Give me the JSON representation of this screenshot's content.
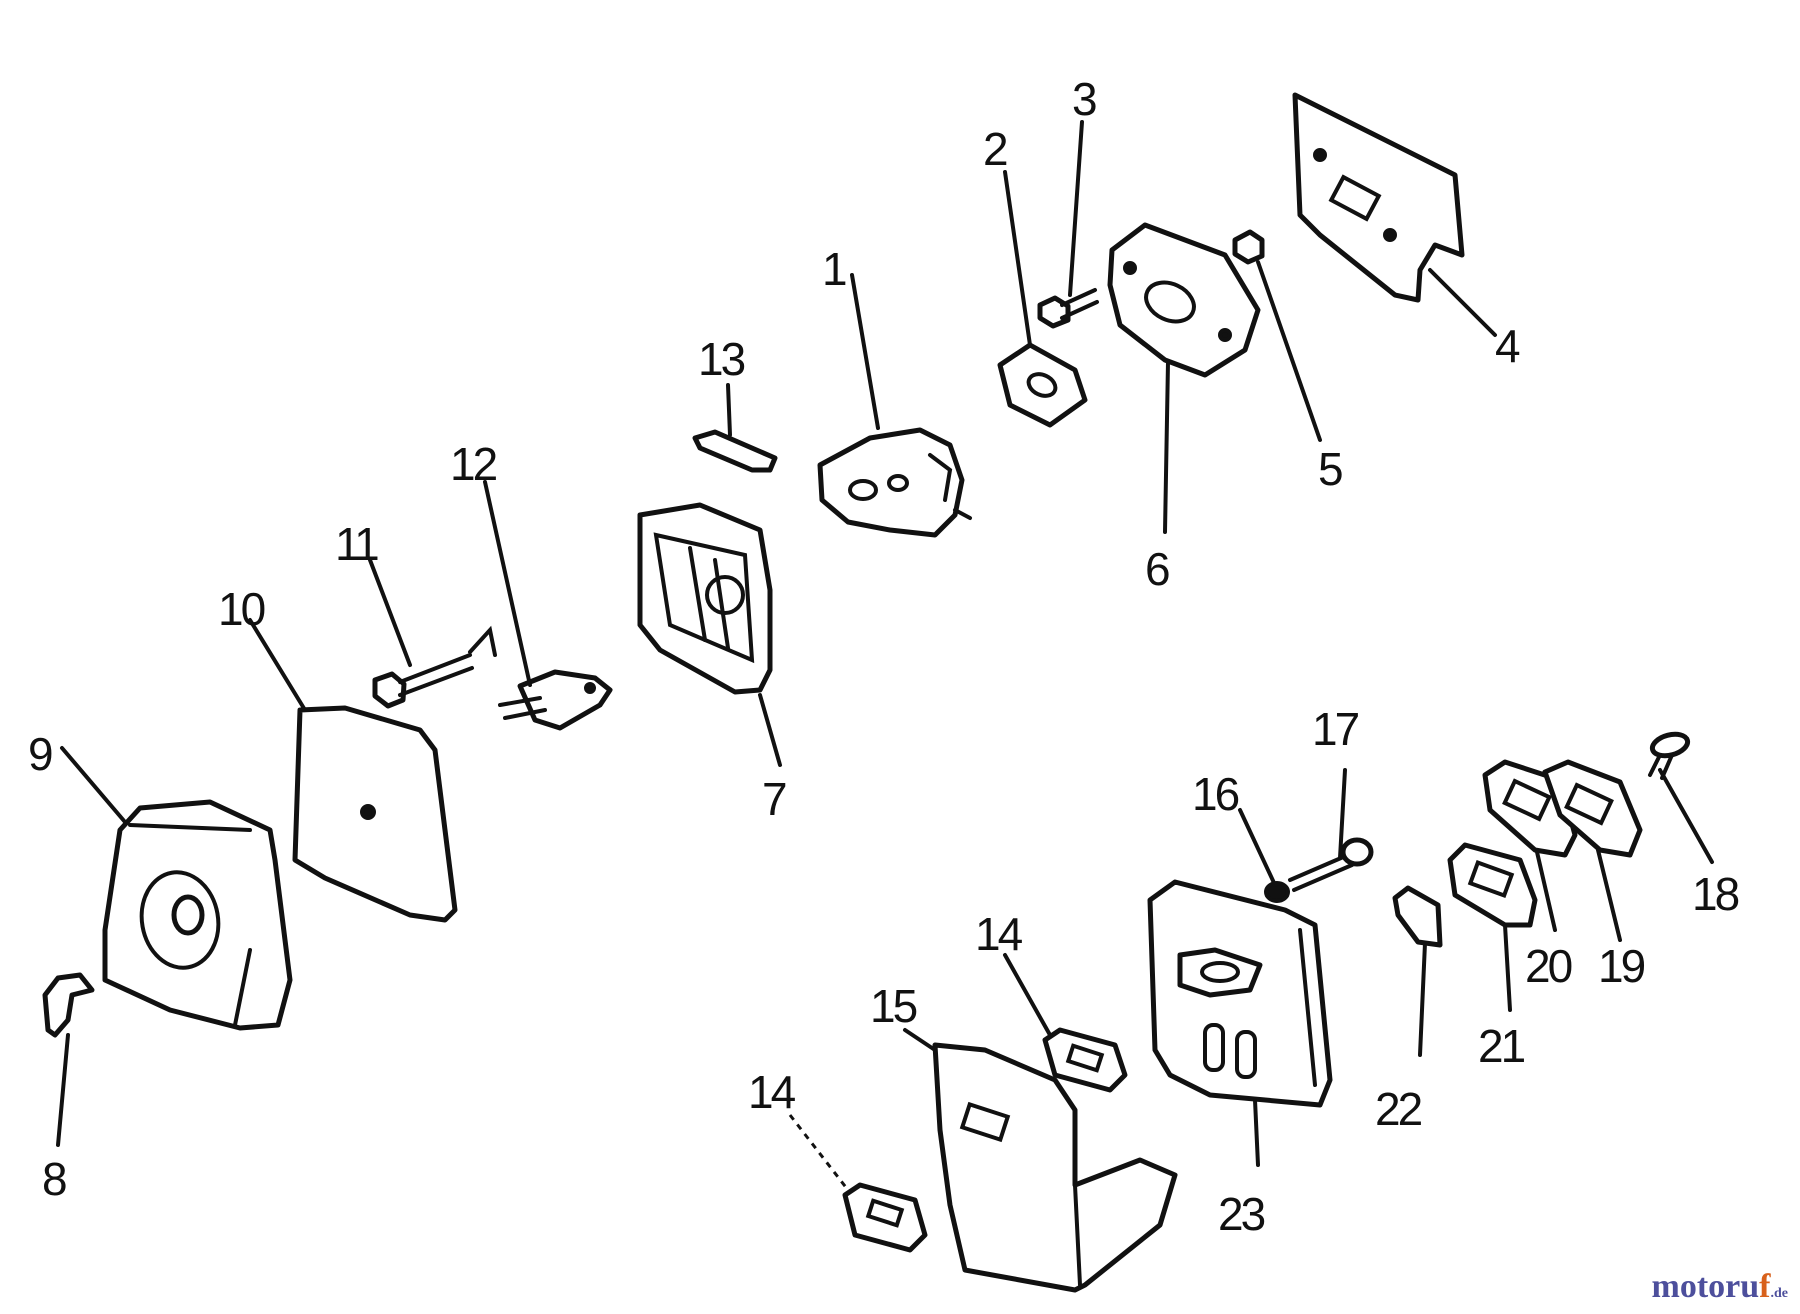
{
  "labels": [
    "1",
    "2",
    "3",
    "4",
    "5",
    "6",
    "7",
    "8",
    "9",
    "10",
    "11",
    "12",
    "13",
    "14",
    "14",
    "15",
    "16",
    "17",
    "18",
    "19",
    "20",
    "21",
    "22",
    "23"
  ],
  "brand": {
    "main": "motoru",
    "accent": "f",
    "tld": ".de"
  },
  "colors": {
    "brand_blue": "#4d4f9c",
    "brand_orange": "#d8611c",
    "ink": "#111111"
  }
}
